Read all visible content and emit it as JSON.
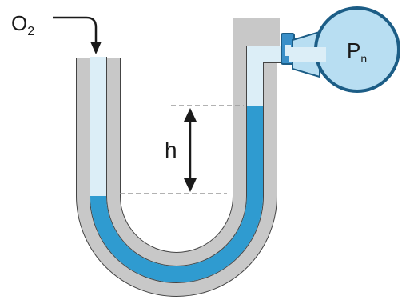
{
  "labels": {
    "gas": "O",
    "gas_subscript": "2",
    "height": "h",
    "pressure": "P",
    "pressure_subscript": "n"
  },
  "colors": {
    "tube_wall": "#c8c8c8",
    "tube_outline": "#444444",
    "tube_bore": "#dceef7",
    "liquid": "#2f9bd0",
    "bulb_fill": "#b8def2",
    "bulb_outline": "#1c5d86",
    "valve": "#3a8fc8",
    "dashed_line": "#999999"
  }
}
